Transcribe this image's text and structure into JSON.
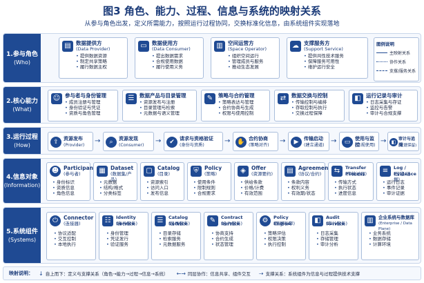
{
  "title": "图3  角色、能力、过程、信息与系统的映射关系",
  "subtitle": "从参与角色出发，定义所需能力，按照运行过程协同，交换标准化信息，由系统组件实现落地",
  "legend": {
    "title": "图例说明",
    "items": [
      "主映射关系",
      "协作关系",
      "支撑/服务关系"
    ]
  },
  "layers": [
    {
      "no": "1.参与角色",
      "en": "(Who)"
    },
    {
      "no": "2.核心能力",
      "en": "(What)"
    },
    {
      "no": "3.运行过程",
      "en": "(How)"
    },
    {
      "no": "4.信息对象",
      "en": "(Information)"
    },
    {
      "no": "5.系统组件",
      "en": "(Systems)"
    }
  ],
  "roles": [
    {
      "title": "数据提供方",
      "sub": "(Data Provider)",
      "items": [
        "提供数据资源",
        "制定共享策略",
        "履行数据主权"
      ]
    },
    {
      "title": "数据使用方",
      "sub": "(Data Consumer)",
      "items": [
        "提出数据需求",
        "合规使用数据",
        "履行使用义务"
      ]
    },
    {
      "title": "空间运营方",
      "sub": "(Space Operator)",
      "items": [
        "组织空间运行",
        "管理成员与服务",
        "推动生态发展"
      ]
    },
    {
      "title": "支撑服务方",
      "sub": "(Support Service)",
      "items": [
        "提供共性技术服务",
        "保障服务可用性",
        "维护运行安全"
      ]
    }
  ],
  "capabilities": [
    {
      "title": "参与者与身份管理",
      "items": [
        "成员注册与管理",
        "身份验证与凭证",
        "资质与角色管理"
      ]
    },
    {
      "title": "数据产品与目录管理",
      "items": [
        "资源发布与注册",
        "目录管理与检索",
        "元数据与语义管理"
      ]
    },
    {
      "title": "策略与合约管理",
      "items": [
        "策略表达与管理",
        "合约协商与生成",
        "权限与使用控制"
      ]
    },
    {
      "title": "数据交换与控制",
      "items": [
        "传输控制与编排",
        "存取控制与执行",
        "交换过程保障"
      ]
    },
    {
      "title": "运行记录与审计",
      "items": [
        "日志采集与存证",
        "监控与告警",
        "审计与合规支撑"
      ]
    }
  ],
  "processes": [
    {
      "title": "资源发布",
      "sub": "(Provider)"
    },
    {
      "title": "资源发现",
      "sub": "(Consumer)"
    },
    {
      "title": "请求与资格验证",
      "sub": "(身份与资质)"
    },
    {
      "title": "合约协商",
      "sub": "(策略对齐)"
    },
    {
      "title": "传输启动",
      "sub": "(建立通道)"
    },
    {
      "title": "使用与监控",
      "sub": "(合规使用)"
    },
    {
      "title": "审计与追溯",
      "sub": "(证据保留)"
    }
  ],
  "info_objects": [
    {
      "title": "Participant",
      "sub": "(参与者)",
      "items": [
        "身份标识",
        "资质信息",
        "角色信息"
      ]
    },
    {
      "title": "Dataset",
      "sub": "(数据集/产品)",
      "items": [
        "元数据",
        "结构/格式",
        "分类标签"
      ]
    },
    {
      "title": "Catalog",
      "sub": "(目录)",
      "items": [
        "资源索引",
        "访问入口",
        "发布信息"
      ]
    },
    {
      "title": "Policy",
      "sub": "(策略)",
      "items": [
        "使用条件",
        "限制规则",
        "合规要求"
      ]
    },
    {
      "title": "Offer",
      "sub": "(资源要约)",
      "items": [
        "供给条款",
        "价格/计费",
        "有效范围"
      ]
    },
    {
      "title": "Agreement",
      "sub": "(协议/合约)",
      "items": [
        "条款内容",
        "权利义务",
        "有效期/状态"
      ]
    },
    {
      "title": "Transfer Process",
      "sub": "(传输过程)",
      "items": [
        "传输方式",
        "执行状态",
        "进度信息"
      ]
    },
    {
      "title": "Log / Evidence",
      "sub": "(日志/证据)",
      "items": [
        "运行日志",
        "事件记录",
        "审计证据"
      ]
    }
  ],
  "systems": [
    {
      "title": "Connector",
      "sub": "(连接器)",
      "items": [
        "协议适配",
        "交互控制",
        "本地执行"
      ]
    },
    {
      "title": "Identity Service",
      "sub": "(身份服务)",
      "items": [
        "身份管理",
        "凭证发行",
        "验证服务"
      ]
    },
    {
      "title": "Catalog Service",
      "sub": "(目录服务)",
      "items": [
        "目录存储",
        "检索服务",
        "元数据服务"
      ]
    },
    {
      "title": "Contract Service",
      "sub": "(合约服务)",
      "items": [
        "协商支持",
        "合约生成",
        "状态管理"
      ]
    },
    {
      "title": "Policy Engine",
      "sub": "(策略引擎)",
      "items": [
        "策略评估",
        "权限决策",
        "执行控制"
      ]
    },
    {
      "title": "Audit Service",
      "sub": "(审计服务)",
      "items": [
        "日志采集",
        "存储管理",
        "审计分析"
      ]
    },
    {
      "title": "企业系统与数据库",
      "sub": "(Enterprise / Data Plane)",
      "items": [
        "业务系统",
        "数据存储",
        "计算环境"
      ]
    }
  ],
  "footer": {
    "label": "映射说明：",
    "items": [
      {
        "mark": "↓",
        "text": "自上而下：定义与支撑关系（角色→能力→过程→信息→系统）"
      },
      {
        "mark": "←→",
        "text": "同层协作：信息共享、组件交互"
      },
      {
        "mark": "⇢",
        "text": "支撑关系：系统组件为信息与过程提供技术支撑"
      }
    ]
  },
  "icons": {
    "role": [
      "database-icon",
      "monitor-icon",
      "building-icon",
      "cloud-icon"
    ],
    "capability": [
      "users-icon",
      "catalog-icon",
      "contract-icon",
      "exchange-icon",
      "audit-icon"
    ],
    "process": [
      "upload-icon",
      "search-icon",
      "id-card-icon",
      "handshake-icon",
      "play-icon",
      "monitor-icon",
      "audit-icon"
    ],
    "info": [
      "person-icon",
      "dataset-icon",
      "folder-icon",
      "shield-icon",
      "tag-icon",
      "document-icon",
      "transfer-icon",
      "log-icon"
    ],
    "system": [
      "plug-icon",
      "id-icon",
      "catalog-icon",
      "contract-icon",
      "gear-icon",
      "audit-icon",
      "server-icon"
    ]
  },
  "accent_color": "#1f4a93"
}
